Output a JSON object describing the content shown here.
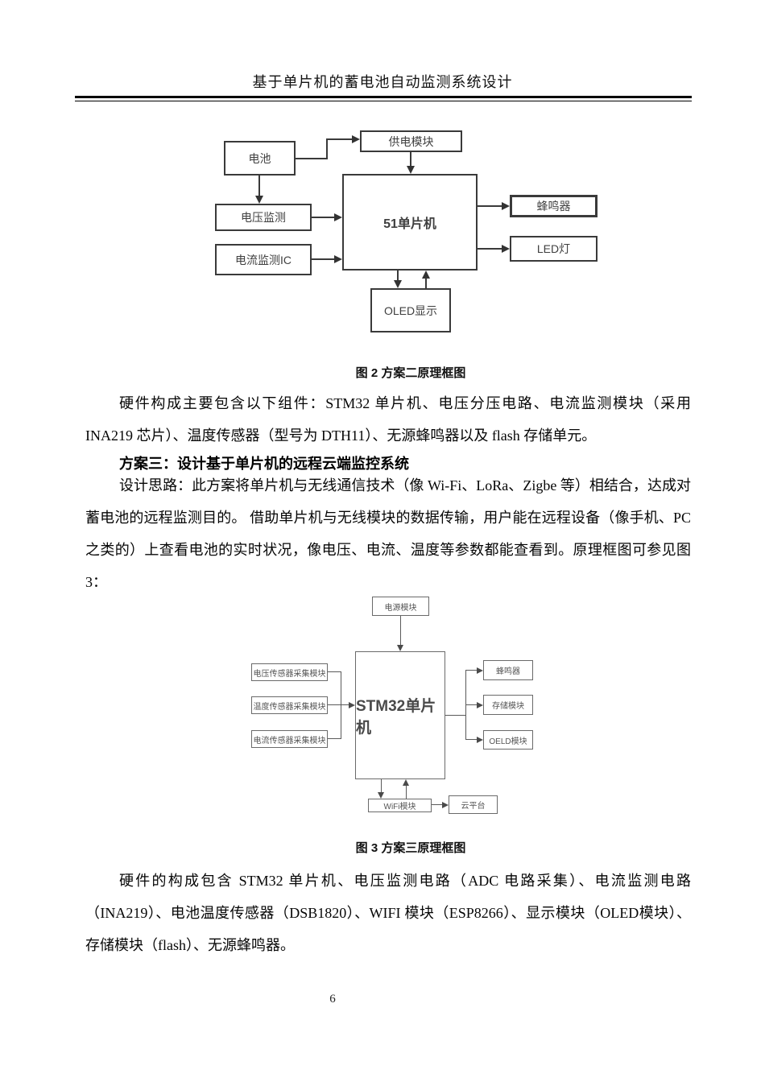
{
  "header": {
    "title": "基于单片机的蓄电池自动监测系统设计"
  },
  "figure2": {
    "caption": "图 2 方案二原理框图",
    "nodes": {
      "battery": "电池",
      "power": "供电模块",
      "voltage": "电压监测",
      "current": "电流监测IC",
      "mcu": "51单片机",
      "buzzer": "蜂鸣器",
      "led": "LED灯",
      "oled": "OLED显示"
    },
    "edges": [
      "电池→供电模块",
      "供电模块→51单片机",
      "电池→电压监测",
      "电压监测→51单片机",
      "电流监测IC→51单片机",
      "51单片机→蜂鸣器",
      "51单片机→LED灯",
      "51单片机→OLED显示",
      "OLED显示→51单片机"
    ]
  },
  "figure3": {
    "caption": "图 3 方案三原理框图",
    "nodes": {
      "power": "电源模块",
      "voltage": "电压传感器采集模块",
      "temp": "温度传感器采集模块",
      "current": "电流传感器采集模块",
      "mcu": "STM32单片机",
      "buzzer": "蜂鸣器",
      "storage": "存储模块",
      "oeld": "OELD模块",
      "wifi": "WiFi模块",
      "cloud": "云平台"
    },
    "edges": [
      "电源模块→STM32单片机",
      "电压传感器采集模块→STM32单片机",
      "温度传感器采集模块→STM32单片机",
      "电流传感器采集模块→STM32单片机",
      "STM32单片机→蜂鸣器",
      "STM32单片机→存储模块",
      "STM32单片机→OELD模块",
      "STM32单片机→WiFi模块",
      "WiFi模块→STM32单片机",
      "WiFi模块→云平台"
    ]
  },
  "text": {
    "p1": "硬件构成主要包含以下组件：STM32 单片机、电压分压电路、电流监测模块（采用 INA219 芯片）、温度传感器（型号为 DTH11）、无源蜂鸣器以及 flash 存储单元。",
    "heading3": "方案三：设计基于单片机的远程云端监控系统",
    "p2": "设计思路：此方案将单片机与无线通信技术（像 Wi-Fi、LoRa、Zigbe 等）相结合，达成对蓄电池的远程监测目的。 借助单片机与无线模块的数据传输，用户能在远程设备（像手机、PC 之类的）上查看电池的实时状况，像电压、电流、温度等参数都能查看到。原理框图可参见图 3：",
    "p3": "硬件的构成包含 STM32 单片机、电压监测电路（ADC 电路采集）、电流监测电路（INA219）、电池温度传感器（DSB1820）、WIFI 模块（ESP8266）、显示模块（OLED模块）、存储模块（flash）、无源蜂鸣器。"
  },
  "footer": {
    "page_number": "6"
  },
  "colors": {
    "diagram1_line": "#3a3a3a",
    "diagram2_line": "#5a5a5a",
    "text": "#060606",
    "rule": "#000000"
  }
}
